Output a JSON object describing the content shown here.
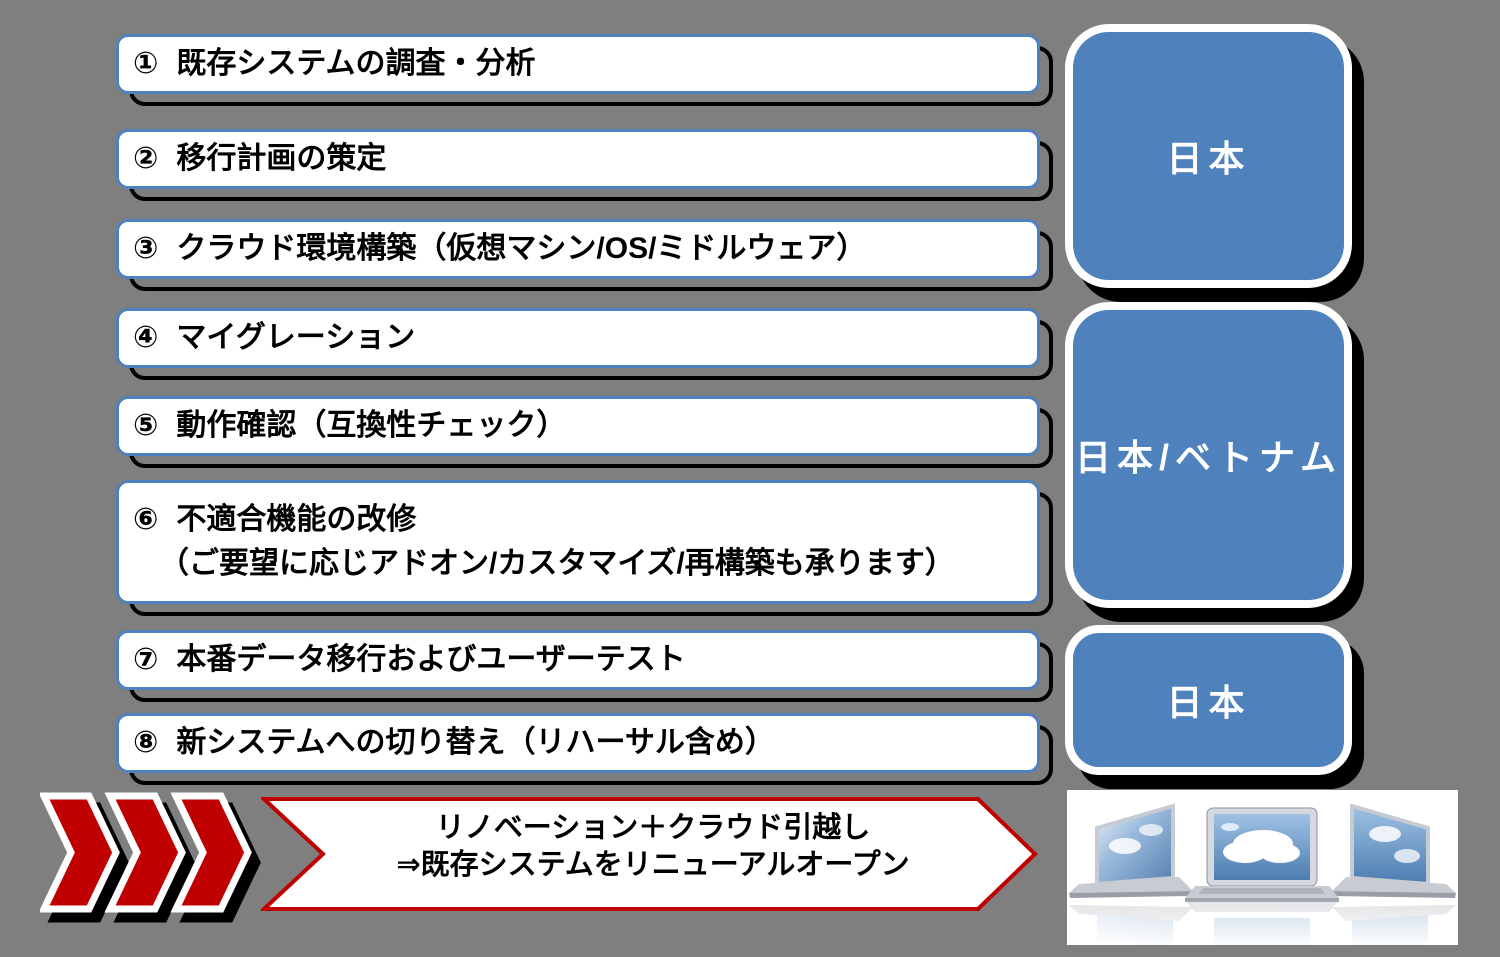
{
  "canvas": {
    "background": "#7f7f7f"
  },
  "colors": {
    "step_fill": "#ffffff",
    "step_border": "#4f81bd",
    "panel_fill": "#4f81bd",
    "panel_border": "#ffffff",
    "panel_text": "#ffffff",
    "arrow_red": "#c00000",
    "banner_fill": "#ffffff",
    "banner_border": "#c00000",
    "shadow": "#000000",
    "text": "#000000"
  },
  "steps": [
    {
      "number": "①",
      "text": "既存システムの調査・分析"
    },
    {
      "number": "②",
      "text": "移行計画の策定"
    },
    {
      "number": "③",
      "text": "クラウド環境構築（仮想マシン/OS/ミドルウェア）"
    },
    {
      "number": "④",
      "text": "マイグレーション"
    },
    {
      "number": "⑤",
      "text": "動作確認（互換性チェック）"
    },
    {
      "number": "⑥",
      "text": "不適合機能の改修",
      "subtext": "（ご要望に応じアドオン/カスタマイズ/再構築も承ります）"
    },
    {
      "number": "⑦",
      "text": "本番データ移行およびユーザーテスト"
    },
    {
      "number": "⑧",
      "text": "新システムへの切り替え（リハーサル含め）"
    }
  ],
  "panels": [
    {
      "label": "日本"
    },
    {
      "label": "日本/ベトナム"
    },
    {
      "label": "日本"
    }
  ],
  "banner": {
    "line1": "リノベーション＋クラウド引越し",
    "line2": "⇒既存システムをリニューアルオープン"
  },
  "icons": {
    "chevrons": "chevron-right-icon",
    "illustration": "laptops-cloud-photo"
  }
}
